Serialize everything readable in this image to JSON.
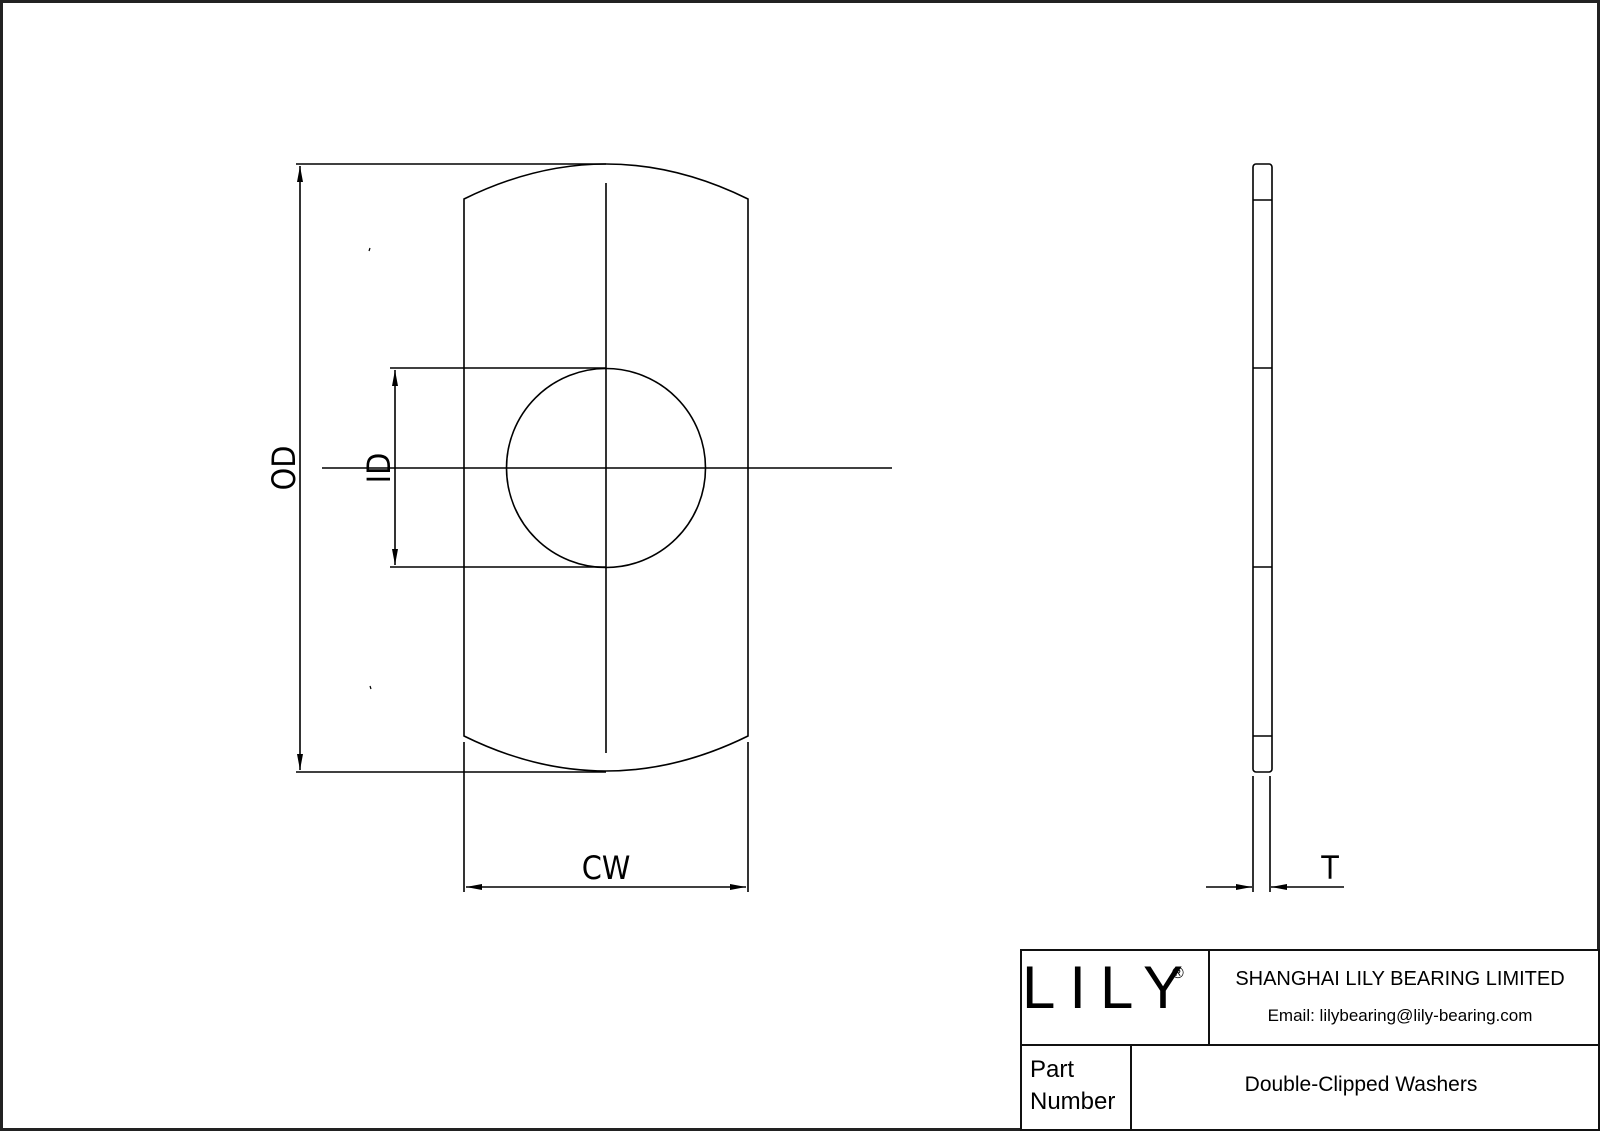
{
  "drawing": {
    "title": "Double-Clipped Washers",
    "dimensions": {
      "outer_diameter": "OD",
      "inner_diameter": "ID",
      "clipped_width": "CW",
      "thickness": "T"
    },
    "views": [
      "front-view",
      "side-view"
    ]
  },
  "title_block": {
    "logo": "LILY",
    "registered_mark": "®",
    "company": "SHANGHAI LILY BEARING LIMITED",
    "email": "Email: lilybearing@lily-bearing.com",
    "part_number_label_line1": "Part",
    "part_number_label_line2": "Number",
    "part_number_value": "Double-Clipped Washers"
  },
  "colors": {
    "line": "#000000",
    "background": "#ffffff"
  }
}
